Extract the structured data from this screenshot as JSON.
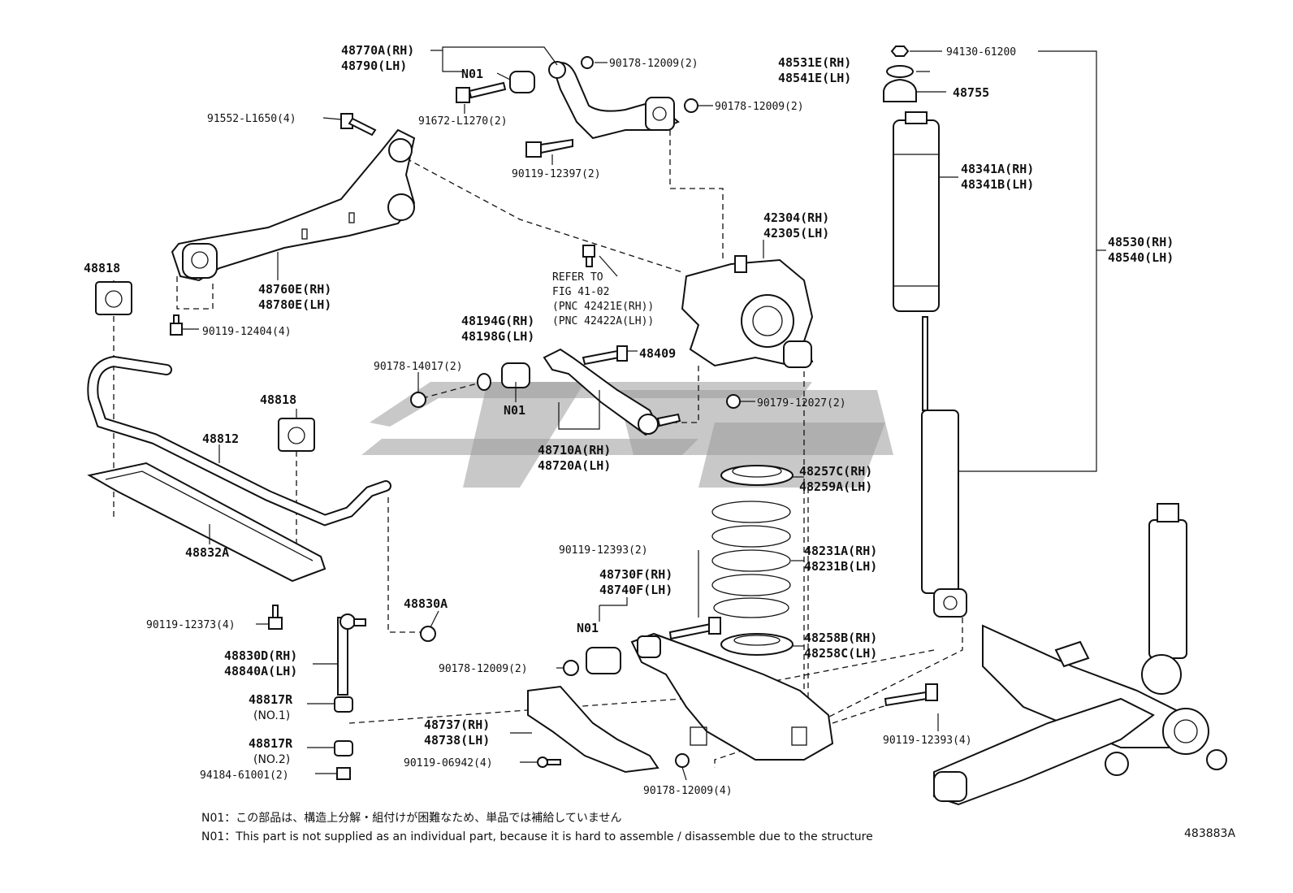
{
  "labels": {
    "l_48770A": "48770A(RH)",
    "l_48790": "48790(LH)",
    "l_N01_a": "N01",
    "l_90178_12009_2a": "90178-12009(2)",
    "l_91552": "91552-L1650(4)",
    "l_91672": "91672-L1270(2)",
    "l_90178_12009_2b": "90178-12009(2)",
    "l_90119_12397": "90119-12397(2)",
    "l_48818_a": "48818",
    "l_48760E": "48760E(RH)",
    "l_48780E": "48780E(LH)",
    "l_90119_12404": "90119-12404(4)",
    "l_refer1": "REFER TO",
    "l_refer2": "FIG 41-02",
    "l_refer3": "(PNC 42421E(RH))",
    "l_refer4": "(PNC 42422A(LH))",
    "l_42304": "42304(RH)",
    "l_42305": "42305(LH)",
    "l_48194G": "48194G(RH)",
    "l_48198G": "48198G(LH)",
    "l_48409": "48409",
    "l_90178_14017": "90178-14017(2)",
    "l_N01_b": "N01",
    "l_90179_12027": "90179-12027(2)",
    "l_48818_b": "48818",
    "l_48812": "48812",
    "l_48710A": "48710A(RH)",
    "l_48720A": "48720A(LH)",
    "l_48257C": "48257C(RH)",
    "l_48259A": "48259A(LH)",
    "l_48832A": "48832A",
    "l_90119_12393_2": "90119-12393(2)",
    "l_48730F": "48730F(RH)",
    "l_48740F": "48740F(LH)",
    "l_48231A": "48231A(RH)",
    "l_48231B": "48231B(LH)",
    "l_48830A": "48830A",
    "l_90119_12373": "90119-12373(4)",
    "l_N01_c": "N01",
    "l_48258B": "48258B(RH)",
    "l_48258C": "48258C(LH)",
    "l_48830D": "48830D(RH)",
    "l_48840A": "48840A(LH)",
    "l_90178_12009_2c": "90178-12009(2)",
    "l_48817R_1": "48817R",
    "l_no1": "(NO.1)",
    "l_48737": "48737(RH)",
    "l_48738": "48738(LH)",
    "l_90119_12393_4": "90119-12393(4)",
    "l_48817R_2": "48817R",
    "l_no2": "(NO.2)",
    "l_90119_06942": "90119-06942(4)",
    "l_94184": "94184-61001(2)",
    "l_90178_12009_4": "90178-12009(4)",
    "l_94130": "94130-61200",
    "l_48531E": "48531E(RH)",
    "l_48541E": "48541E(LH)",
    "l_48755": "48755",
    "l_48341A": "48341A(RH)",
    "l_48341B": "48341B(LH)",
    "l_48530": "48530(RH)",
    "l_48540": "48540(LH)"
  },
  "notes": {
    "jp": "N01：この部品は、構造上分解・組付けが困難なため、単品では補給していません",
    "en": "N01：This part is not supplied as an individual part, because it is hard to assemble / disassemble due to the structure"
  },
  "figure_id": "483883A"
}
